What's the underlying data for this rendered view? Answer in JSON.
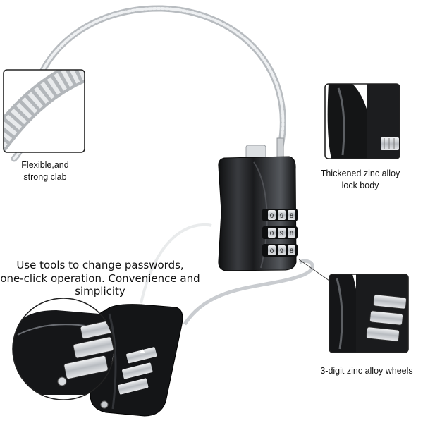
{
  "labels": {
    "flexible_cable": [
      "Flexible,and",
      "strong clab"
    ],
    "lock_body": [
      "Thickened zinc alloy",
      "lock body"
    ],
    "tools": [
      "Use tools to change passwords,",
      "one-click operation. Convenience and",
      "simplicity"
    ],
    "wheels": "3-digit zinc alloy wheels"
  },
  "dials": {
    "main_lock_rows": [
      [
        "0",
        "9",
        "8"
      ],
      [
        "0",
        "9",
        "8"
      ],
      [
        "0",
        "9",
        "8"
      ]
    ]
  },
  "colors": {
    "lock_body": "#1b1c1e",
    "cable": "#d6d9dc",
    "dial_metal": "#c9ccd0",
    "callout_border": "#222222"
  }
}
